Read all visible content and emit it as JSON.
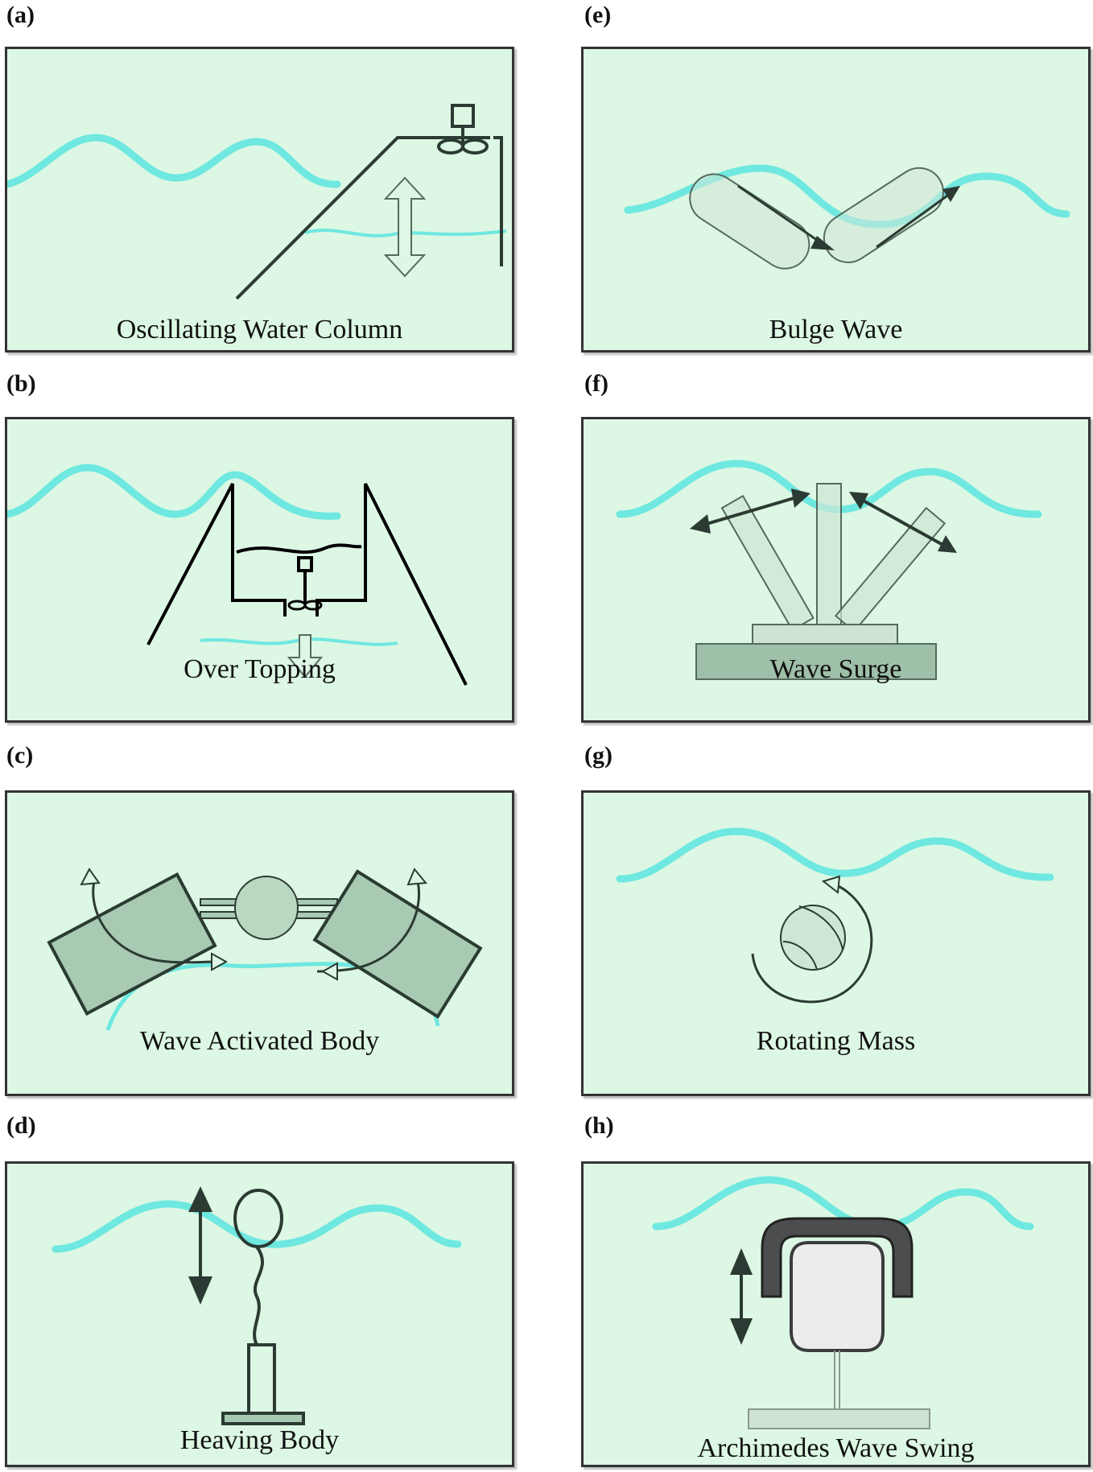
{
  "panels": [
    {
      "label": "(a)",
      "caption": "Oscillating Water Column"
    },
    {
      "label": "(b)",
      "caption": "Over Topping"
    },
    {
      "label": "(c)",
      "caption": "Wave Activated Body"
    },
    {
      "label": "(d)",
      "caption": "Heaving Body"
    },
    {
      "label": "(e)",
      "caption": "Bulge Wave"
    },
    {
      "label": "(f)",
      "caption": "Wave Surge"
    },
    {
      "label": "(g)",
      "caption": "Rotating Mass"
    },
    {
      "label": "(h)",
      "caption": "Archimedes Wave Swing"
    }
  ],
  "colors": {
    "panel_bg": "#dcf7e3",
    "wave": "#6ee8e0",
    "line": "#2b3b33",
    "body_fill": "#a8c9b2"
  }
}
